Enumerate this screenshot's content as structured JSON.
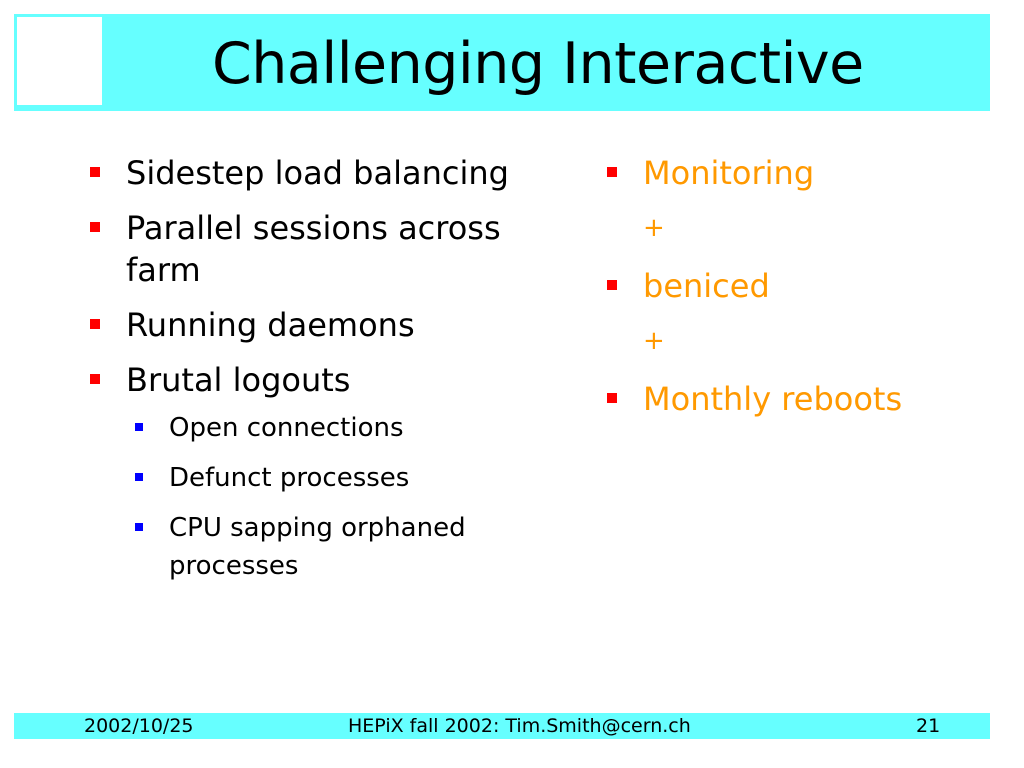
{
  "title": "Challenging Interactive",
  "left": {
    "items": [
      {
        "text": "Sidestep load balancing"
      },
      {
        "text": "Parallel sessions across farm"
      },
      {
        "text": "Running daemons"
      },
      {
        "text": "Brutal logouts"
      }
    ],
    "subitems": [
      "Open connections",
      "Defunct processes",
      "CPU sapping orphaned processes"
    ]
  },
  "right": {
    "items": [
      "Monitoring",
      "beniced",
      "Monthly reboots"
    ],
    "plus": "+"
  },
  "footer": {
    "date": "2002/10/25",
    "center": "HEPiX fall 2002: Tim.Smith@cern.ch",
    "page": "21"
  },
  "colors": {
    "accent": "#66ffff",
    "level1_bullet": "#ff0000",
    "level2_bullet": "#0000ff",
    "right_text": "#ff9900"
  }
}
